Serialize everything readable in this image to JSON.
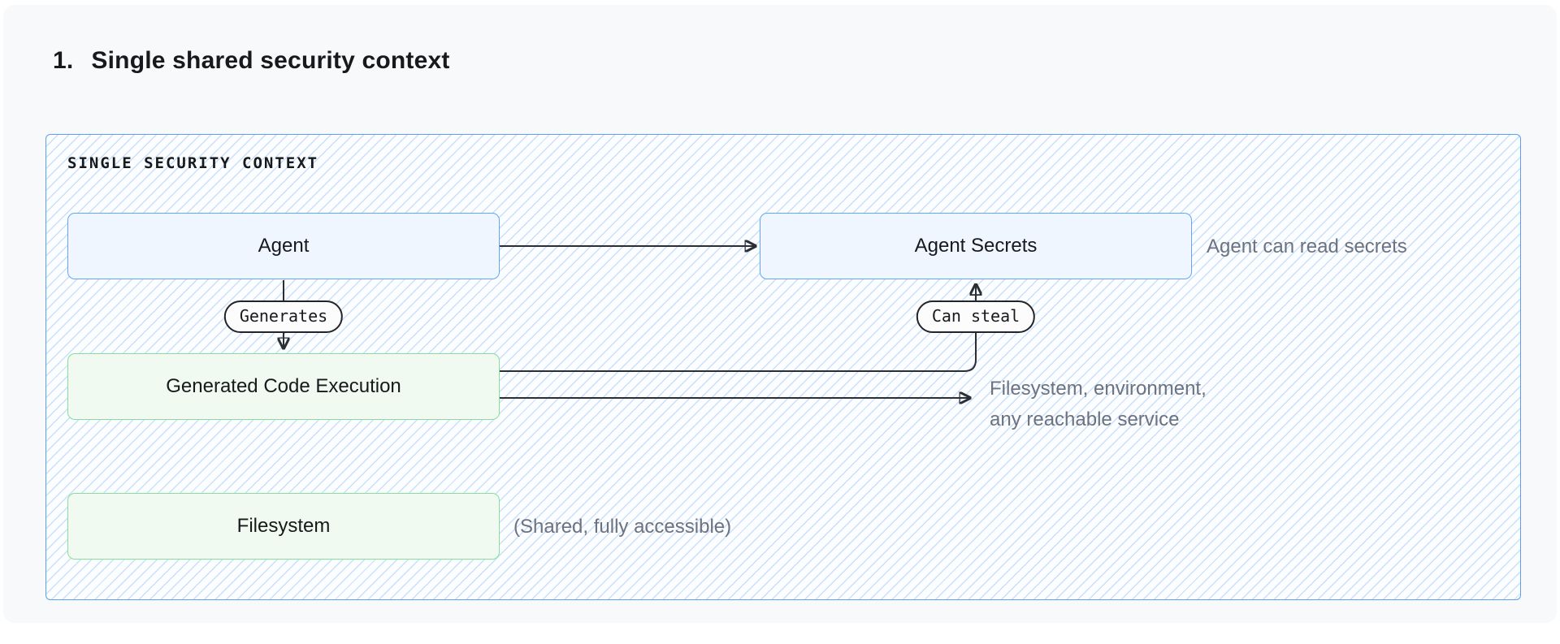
{
  "page": {
    "title_number": "1.",
    "title": "Single shared security context"
  },
  "diagram": {
    "container_label": "SINGLE SECURITY CONTEXT",
    "nodes": {
      "agent": {
        "label": "Agent"
      },
      "agent_secrets": {
        "label": "Agent Secrets"
      },
      "generated_code_execution": {
        "label": "Generated Code Execution"
      },
      "filesystem": {
        "label": "Filesystem"
      }
    },
    "edge_labels": {
      "generates": "Generates",
      "can_steal": "Can steal"
    },
    "annotations": {
      "agent_can_read_secrets": "Agent can read secrets",
      "reachable_line1": "Filesystem, environment,",
      "reachable_line2": "any reachable service",
      "shared_fully_accessible": "(Shared, fully accessible)"
    },
    "colors": {
      "page_panel_background": "#f8f9fa",
      "container_border": "#59a0f2",
      "hatch_line": "#a0c6f5",
      "blue_node_fill": "#eff6ff",
      "blue_node_border": "#62a6f8",
      "green_node_fill": "#f0faf1",
      "green_node_border": "#84e09a",
      "edge_stroke": "#2b2e33",
      "annotation_text": "#6b7280",
      "heading_text": "#17191c"
    }
  }
}
